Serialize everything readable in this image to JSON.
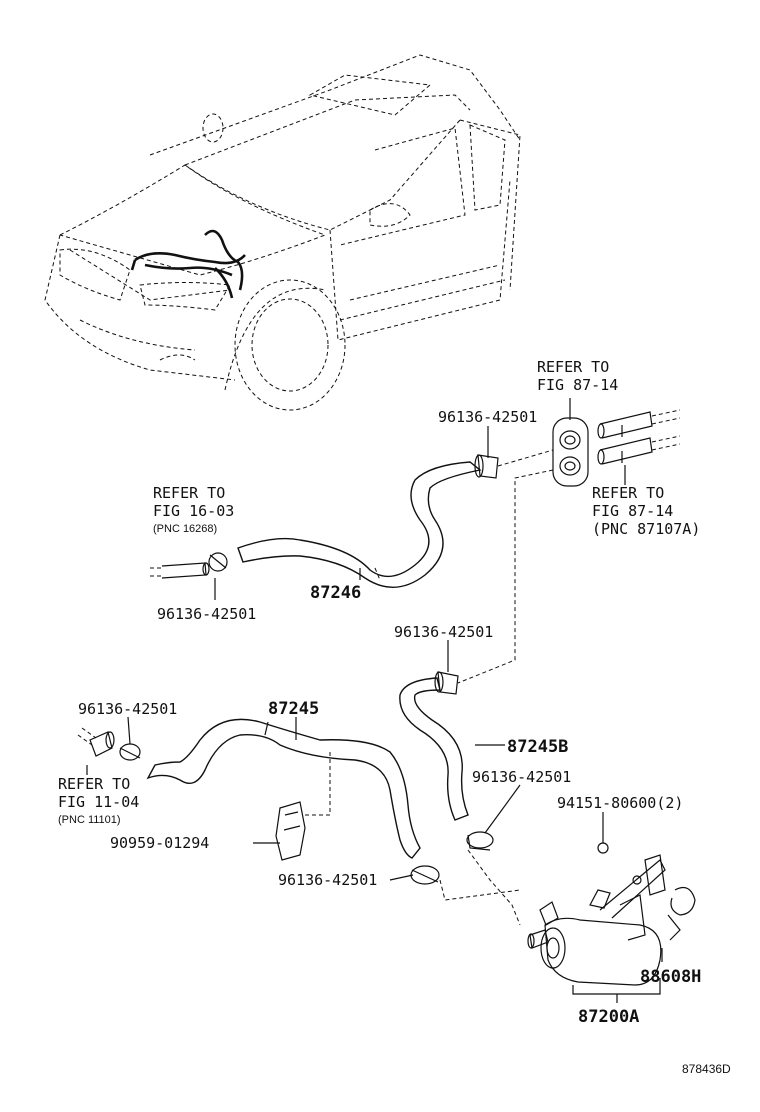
{
  "diagram": {
    "figure_id": "878436D",
    "callouts": {
      "refer_fig_87_14_top": [
        "REFER TO",
        "FIG 87-14"
      ],
      "refer_fig_16_03": [
        "REFER TO",
        "FIG 16-03"
      ],
      "pnc_16268": "(PNC 16268)",
      "refer_fig_87_14_right": [
        "REFER TO",
        "FIG 87-14"
      ],
      "pnc_87107a": "(PNC 87107A)",
      "refer_fig_11_04": [
        "REFER TO",
        "FIG 11-04"
      ],
      "pnc_11101": "(PNC 11101)"
    },
    "parts": {
      "clamp_top": "96136-42501",
      "clamp_left_upper": "96136-42501",
      "hose_87246": "87246",
      "clamp_mid_right": "96136-42501",
      "clamp_left_lower": "96136-42501",
      "hose_87245": "87245",
      "hose_87245b": "87245B",
      "clamp_lower_right": "96136-42501",
      "bolt": "94151-80600(2)",
      "clip": "90959-01294",
      "clamp_bottom": "96136-42501",
      "bracket_88608h": "88608H",
      "heater_87200a": "87200A"
    }
  }
}
